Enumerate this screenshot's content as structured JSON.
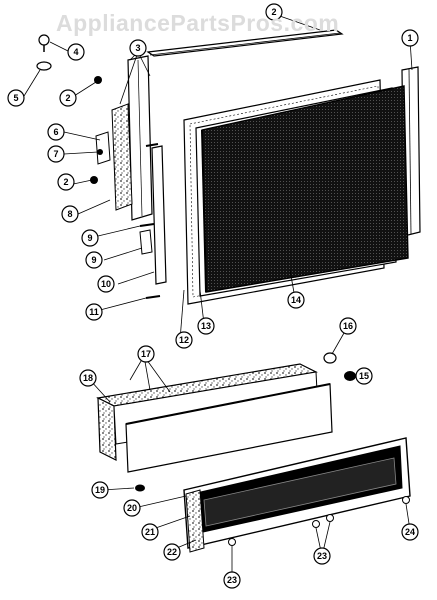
{
  "watermark": "AppliancePartsPros.com",
  "callouts": [
    "1",
    "2",
    "2",
    "2",
    "3",
    "4",
    "5",
    "6",
    "7",
    "8",
    "9",
    "9",
    "10",
    "11",
    "12",
    "13",
    "14",
    "15",
    "16",
    "17",
    "18",
    "19",
    "20",
    "21",
    "22",
    "23",
    "23",
    "24"
  ]
}
